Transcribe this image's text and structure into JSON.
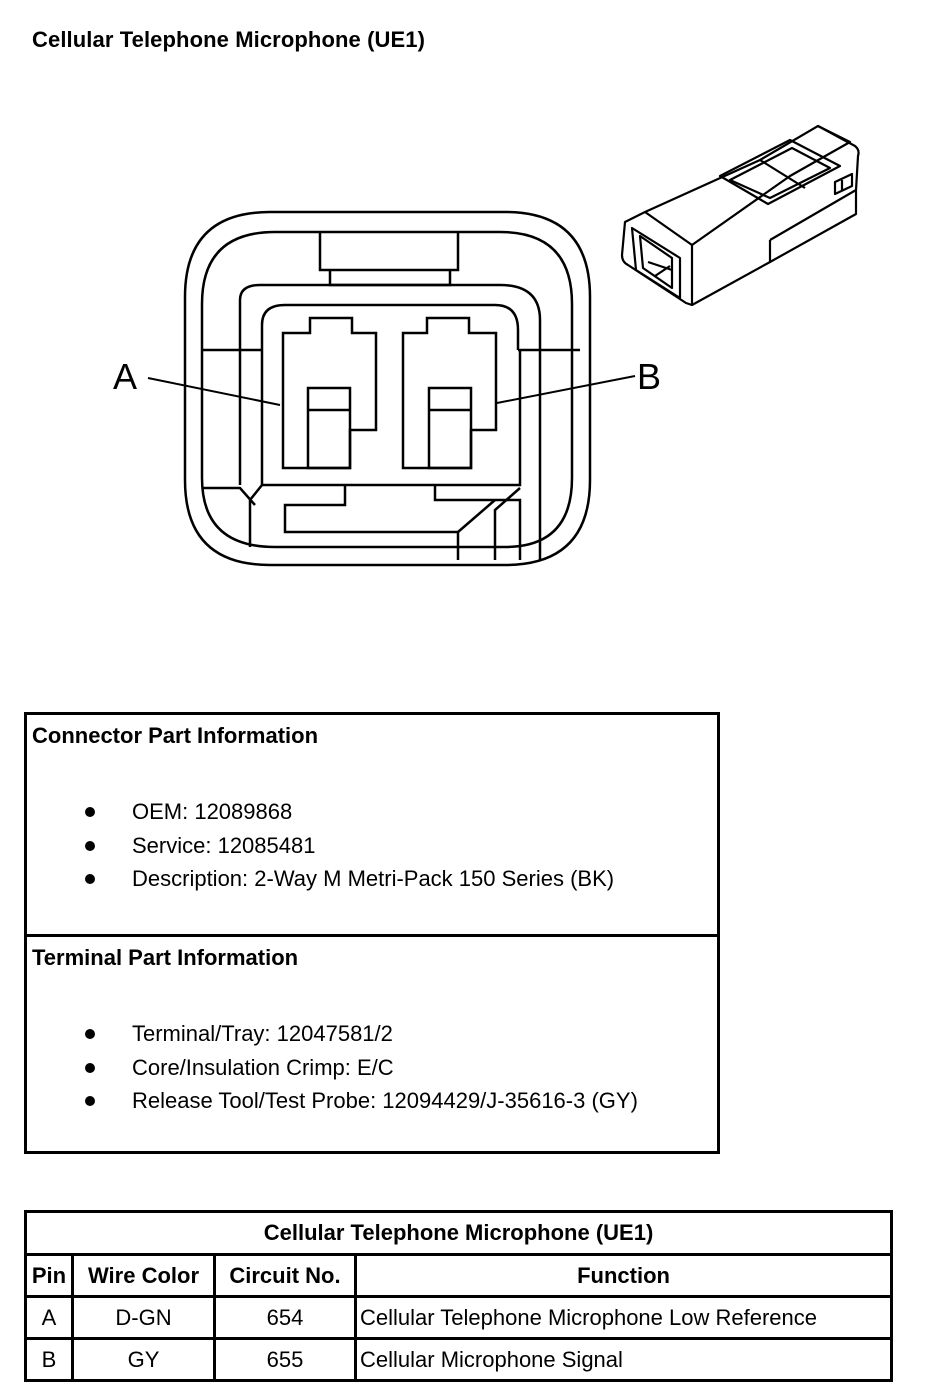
{
  "page_title": "Cellular Telephone Microphone (UE1)",
  "diagram": {
    "pin_labels": [
      "A",
      "B"
    ]
  },
  "connector_part_info": {
    "heading": "Connector Part Information",
    "items": [
      "OEM: 12089868",
      "Service: 12085481",
      "Description: 2-Way M Metri-Pack 150 Series (BK)"
    ]
  },
  "terminal_part_info": {
    "heading": "Terminal Part Information",
    "items": [
      "Terminal/Tray: 12047581/2",
      "Core/Insulation Crimp: E/C",
      "Release Tool/Test Probe: 12094429/J-35616-3 (GY)"
    ]
  },
  "pin_table": {
    "caption": "Cellular Telephone Microphone (UE1)",
    "headers": [
      "Pin",
      "Wire Color",
      "Circuit No.",
      "Function"
    ],
    "rows": [
      [
        "A",
        "D-GN",
        "654",
        "Cellular Telephone Microphone Low Reference"
      ],
      [
        "B",
        "GY",
        "655",
        "Cellular Microphone Signal"
      ]
    ]
  }
}
